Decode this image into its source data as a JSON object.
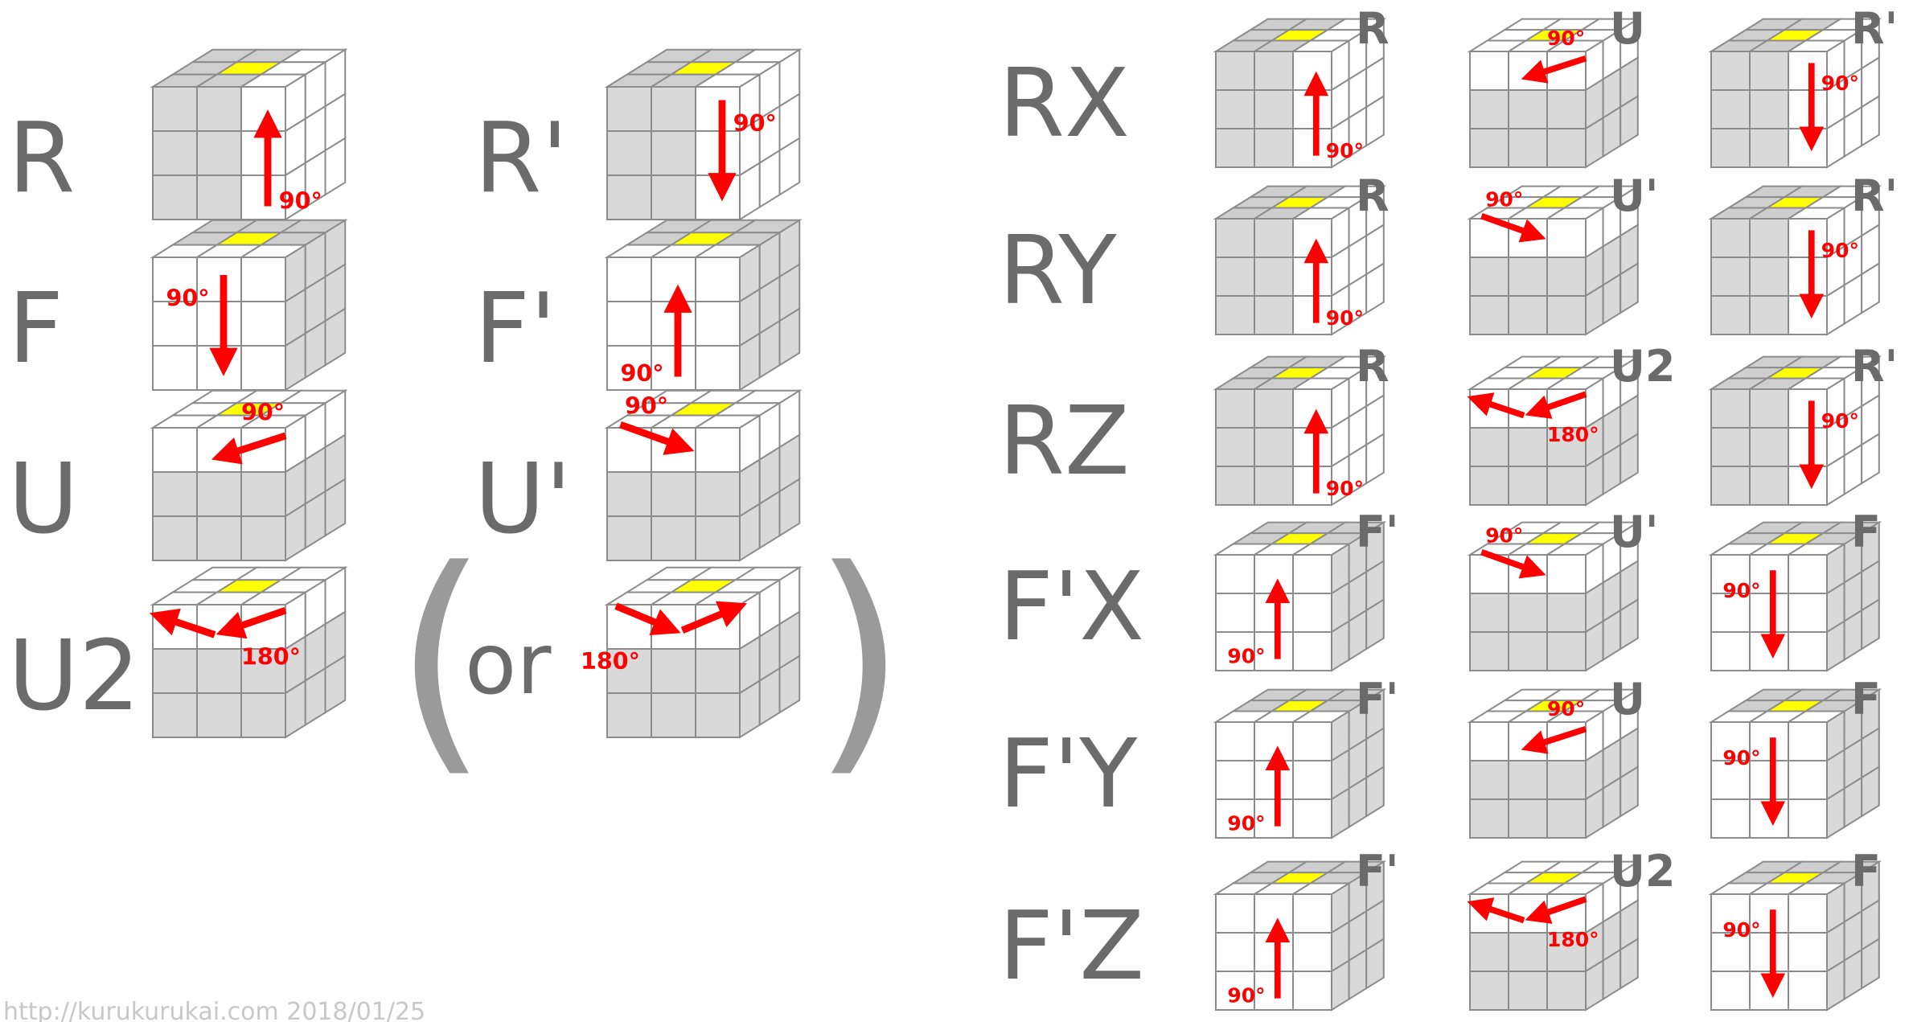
{
  "colors": {
    "face_white": "#ffffff",
    "face_gray": "#d9d9d9",
    "top_gray": "#cfcfcf",
    "center_yellow": "#ffff00",
    "grid_line": "#8c8c8c",
    "arrow_red": "#ff0000",
    "label_gray": "#6b6b6b",
    "footer_gray": "#c8c8c8"
  },
  "left_rows": [
    {
      "label": "R",
      "cubes": [
        {
          "shade": "R",
          "arrow": "up-right",
          "degree": "90°"
        }
      ],
      "prime_label": "R'",
      "prime_cubes": [
        {
          "shade": "R",
          "arrow": "down-right",
          "degree": "90°"
        }
      ]
    },
    {
      "label": "F",
      "cubes": [
        {
          "shade": "F",
          "arrow": "down-front",
          "degree": "90°"
        }
      ],
      "prime_label": "F'",
      "prime_cubes": [
        {
          "shade": "F",
          "arrow": "up-front",
          "degree": "90°"
        }
      ]
    },
    {
      "label": "U",
      "cubes": [
        {
          "shade": "U",
          "arrow": "top-left",
          "degree": "90°"
        }
      ],
      "prime_label": "U'",
      "prime_cubes": [
        {
          "shade": "U",
          "arrow": "top-right",
          "degree": "90°"
        }
      ]
    },
    {
      "label": "U2",
      "cubes": [
        {
          "shade": "U",
          "arrow": "double-left",
          "degree": "180°"
        }
      ],
      "or_text": "or",
      "prime_cubes": [
        {
          "shade": "U",
          "arrow": "double-right",
          "degree": "180°"
        }
      ]
    }
  ],
  "right_rows": [
    {
      "label": "RX",
      "steps": [
        {
          "move": "R",
          "shade": "R",
          "arrow": "up-right",
          "degree": "90°"
        },
        {
          "move": "U",
          "shade": "U",
          "arrow": "top-left",
          "degree": "90°"
        },
        {
          "move": "R'",
          "shade": "R",
          "arrow": "down-right",
          "degree": "90°"
        }
      ]
    },
    {
      "label": "RY",
      "steps": [
        {
          "move": "R",
          "shade": "R",
          "arrow": "up-right",
          "degree": "90°"
        },
        {
          "move": "U'",
          "shade": "U",
          "arrow": "top-right",
          "degree": "90°"
        },
        {
          "move": "R'",
          "shade": "R",
          "arrow": "down-right",
          "degree": "90°"
        }
      ]
    },
    {
      "label": "RZ",
      "steps": [
        {
          "move": "R",
          "shade": "R",
          "arrow": "up-right",
          "degree": "90°"
        },
        {
          "move": "U2",
          "shade": "U",
          "arrow": "double-left",
          "degree": "180°"
        },
        {
          "move": "R'",
          "shade": "R",
          "arrow": "down-right",
          "degree": "90°"
        }
      ]
    },
    {
      "label": "F'X",
      "steps": [
        {
          "move": "F'",
          "shade": "F",
          "arrow": "up-front",
          "degree": "90°"
        },
        {
          "move": "U'",
          "shade": "U",
          "arrow": "top-right",
          "degree": "90°"
        },
        {
          "move": "F",
          "shade": "F",
          "arrow": "down-front",
          "degree": "90°"
        }
      ]
    },
    {
      "label": "F'Y",
      "steps": [
        {
          "move": "F'",
          "shade": "F",
          "arrow": "up-front",
          "degree": "90°"
        },
        {
          "move": "U",
          "shade": "U",
          "arrow": "top-left",
          "degree": "90°"
        },
        {
          "move": "F",
          "shade": "F",
          "arrow": "down-front",
          "degree": "90°"
        }
      ]
    },
    {
      "label": "F'Z",
      "steps": [
        {
          "move": "F'",
          "shade": "F",
          "arrow": "up-front",
          "degree": "90°"
        },
        {
          "move": "U2",
          "shade": "U",
          "arrow": "double-left",
          "degree": "180°"
        },
        {
          "move": "F",
          "shade": "F",
          "arrow": "down-front",
          "degree": "90°"
        }
      ]
    }
  ],
  "footer": "http://kurukurukai.com 2018/01/25"
}
